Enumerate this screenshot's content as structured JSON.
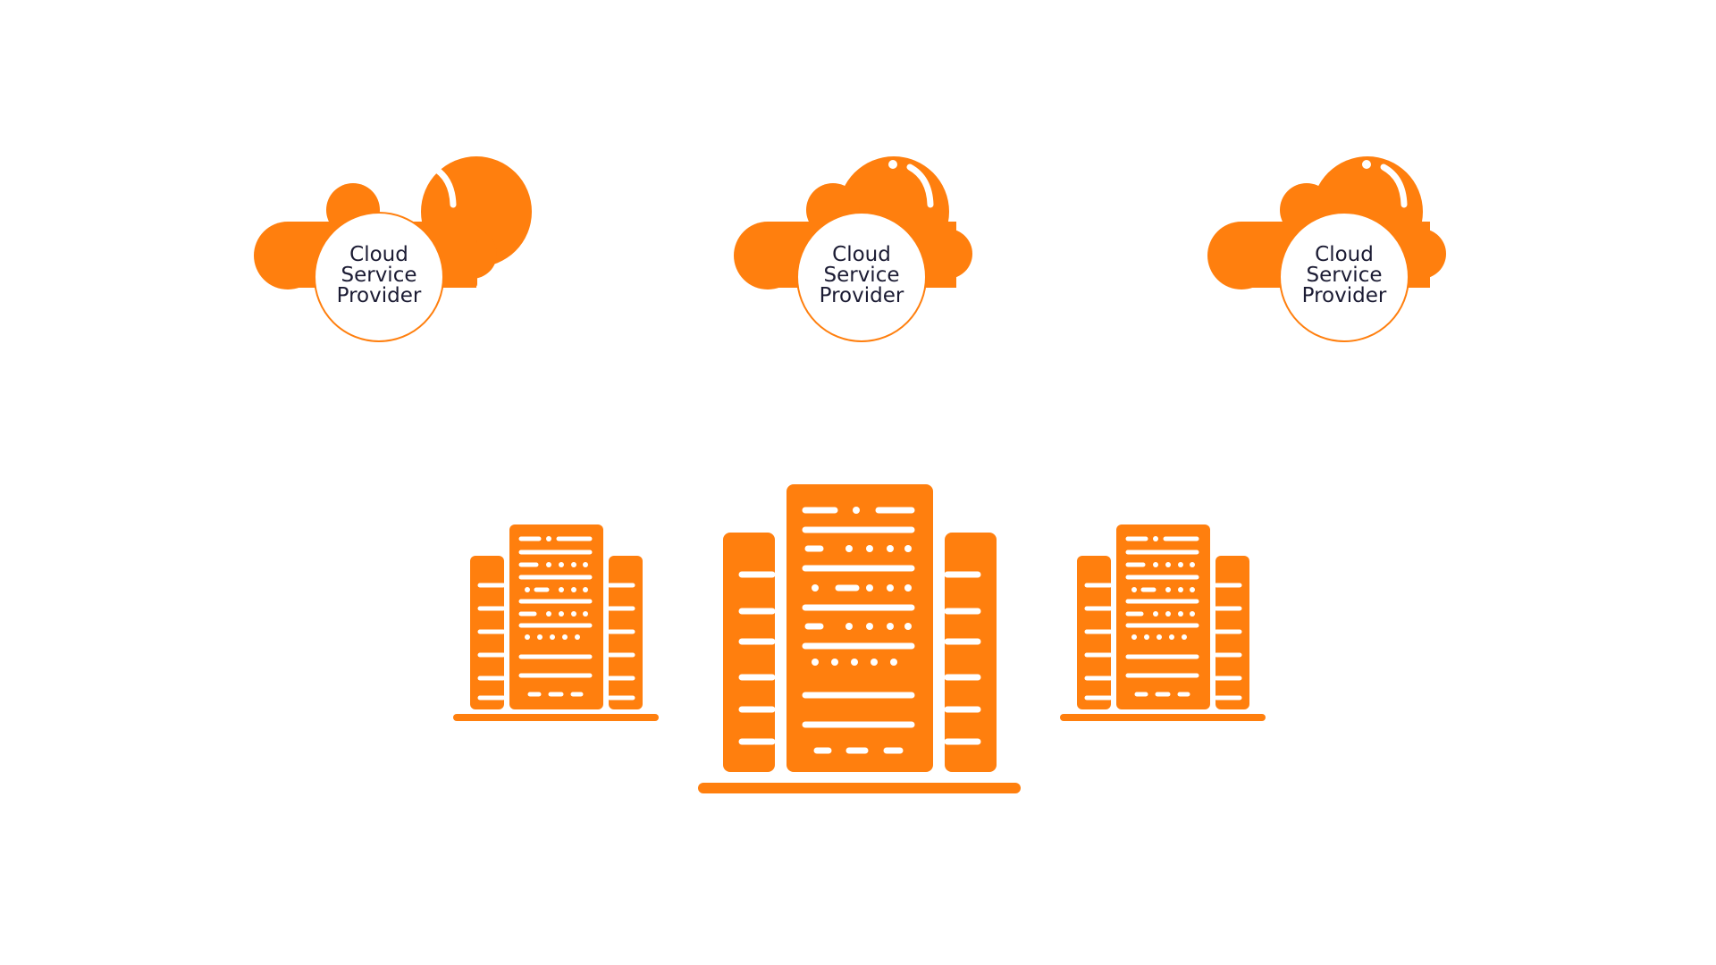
{
  "colors": {
    "accent": "#ff7f0e",
    "background": "#ffffff",
    "label_text": "#1b1b33"
  },
  "clouds": [
    {
      "label_lines": [
        "Cloud",
        "Service",
        "Provider"
      ],
      "icon": "cloud-icon"
    },
    {
      "label_lines": [
        "Cloud",
        "Service",
        "Provider"
      ],
      "icon": "cloud-icon"
    },
    {
      "label_lines": [
        "Cloud",
        "Service",
        "Provider"
      ],
      "icon": "cloud-icon"
    }
  ],
  "data_centers": [
    {
      "icon": "server-buildings-icon"
    },
    {
      "icon": "server-buildings-icon"
    },
    {
      "icon": "server-buildings-icon"
    }
  ]
}
